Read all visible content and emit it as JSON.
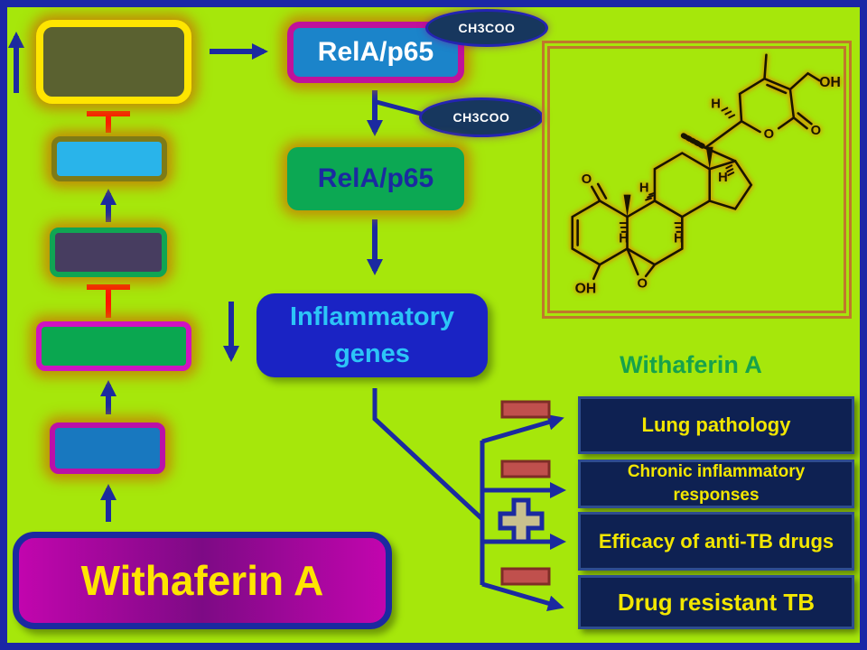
{
  "diagram": {
    "pathway": {
      "rela_acetylated": {
        "label": "RelA/p65"
      },
      "rela_deacetylated": {
        "label": "RelA/p65"
      },
      "acetyl_group_1": {
        "label": "CH3COO"
      },
      "acetyl_group_2": {
        "label": "CH3COO"
      },
      "inflammatory_genes": {
        "label": "Inflammatory genes"
      },
      "withaferin_source": {
        "label": "Withaferin A"
      }
    },
    "structure_panel": {
      "caption": "Withaferin A",
      "atom_labels": [
        "O",
        "OH",
        "O",
        "H",
        "H",
        "H",
        "H",
        "H",
        "O",
        "O",
        "OH"
      ]
    },
    "outcomes": [
      {
        "label": "Lung pathology",
        "effect": "decrease"
      },
      {
        "label": "Chronic inflammatory responses",
        "effect": "decrease"
      },
      {
        "label": "Efficacy of anti-TB drugs",
        "effect": "increase"
      },
      {
        "label": "Drug resistant TB",
        "effect": "decrease"
      }
    ],
    "colors": {
      "background": "#a6e70b",
      "frame_border": "#1b27a6",
      "arrow_navy": "#1b2aa0",
      "inhibition_red": "#ff1500",
      "acetyl_ellipse_fill": "#17375e",
      "inflammatory_box_fill": "#1a23c4",
      "inflammatory_text": "#2cc5f7",
      "withaferin_box_magenta": "#c205ae",
      "withaferin_text_yellow": "#ffe400",
      "outcome_box_fill": "#0e2152",
      "outcome_text_yellow": "#f2e600",
      "minus_fill": "#c0504d",
      "plus_fill": "#c9c08e",
      "structure_frame": "#c0772c",
      "caption_green": "#17a24b"
    }
  }
}
